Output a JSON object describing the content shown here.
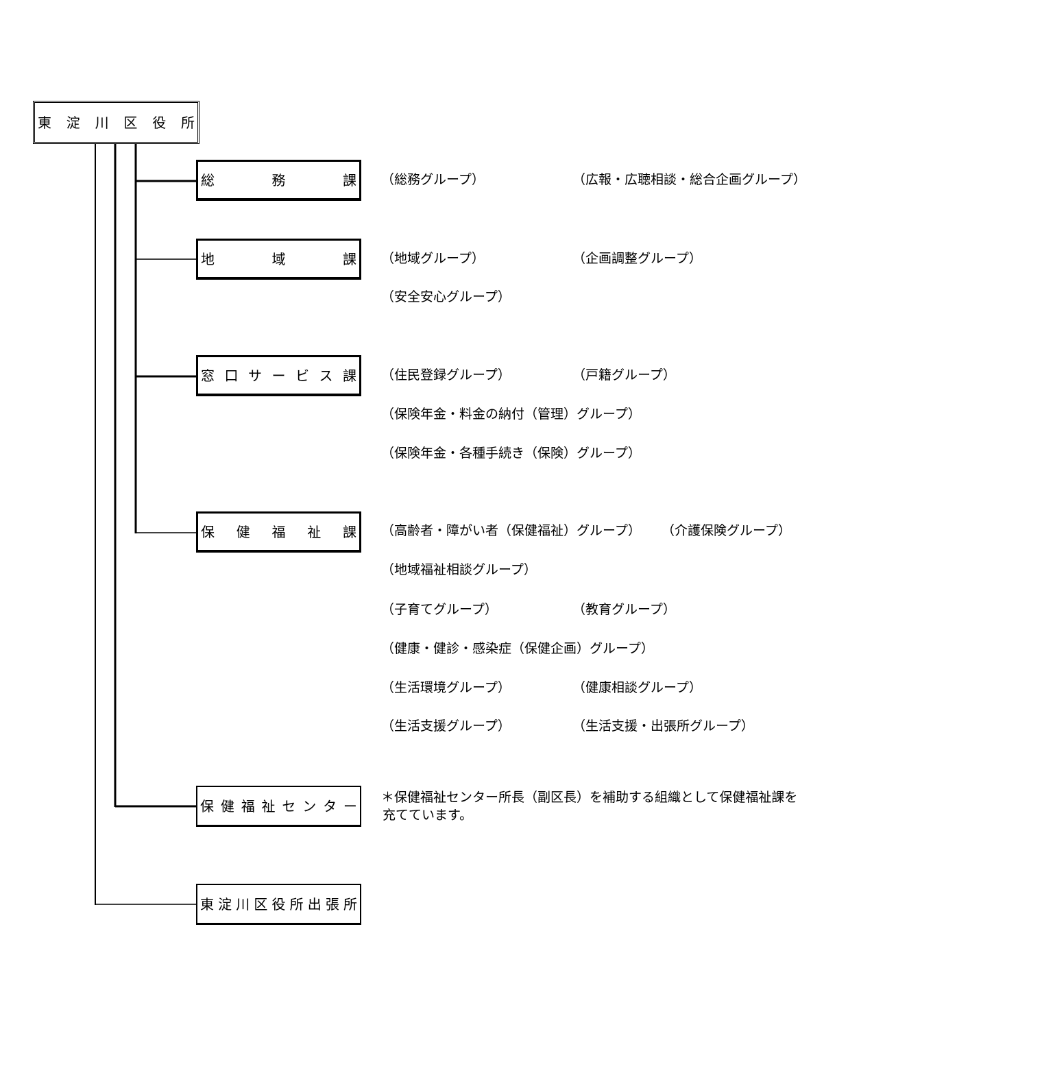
{
  "root": {
    "label": "東淀川区役所"
  },
  "departments": [
    {
      "id": "soumu",
      "label": "総務課",
      "groups": [
        [
          "（総務グループ）",
          "（広報・広聴相談・総合企画グループ）"
        ]
      ]
    },
    {
      "id": "chiiki",
      "label": "地域課",
      "groups": [
        [
          "（地域グループ）",
          "（企画調整グループ）"
        ],
        [
          "（安全安心グループ）"
        ]
      ]
    },
    {
      "id": "madoguchi",
      "label": "窓口サービス課",
      "groups": [
        [
          "（住民登録グループ）",
          "（戸籍グループ）"
        ],
        [
          "（保険年金・料金の納付（管理）グループ）"
        ],
        [
          "（保険年金・各種手続き（保険）グループ）"
        ]
      ]
    },
    {
      "id": "hokenfukushi",
      "label": "保健福祉課",
      "groups": [
        [
          "（高齢者・障がい者（保健福祉）グループ）",
          "（介護保険グループ）"
        ],
        [
          "（地域福祉相談グループ）"
        ],
        [
          "（子育てグループ）",
          "（教育グループ）"
        ],
        [
          "（健康・健診・感染症（保健企画）グループ）"
        ],
        [
          "（生活環境グループ）",
          "（健康相談グループ）"
        ],
        [
          "（生活支援グループ）",
          "（生活支援・出張所グループ）"
        ]
      ]
    },
    {
      "id": "center",
      "label": "保健福祉センター",
      "note_lines": [
        "＊保健福祉センター所長（副区長）を補助する組織として保健福祉課を",
        "充てています。"
      ]
    },
    {
      "id": "branch",
      "label": "東淀川区役所出張所"
    }
  ]
}
